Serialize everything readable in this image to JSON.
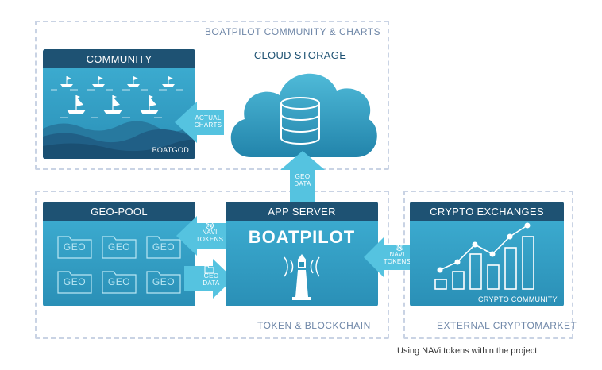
{
  "sections": {
    "community_charts": "BOATPILOT COMMUNITY & CHARTS",
    "token_blockchain": "TOKEN & BLOCKCHAIN",
    "external_cryptomarket": "EXTERNAL CRYPTOMARKET"
  },
  "community": {
    "title": "COMMUNITY",
    "footer": "BOATGOD"
  },
  "cloud": {
    "title": "CLOUD STORAGE"
  },
  "arrows": {
    "actual_charts": [
      "ACTUAL",
      "CHARTS"
    ],
    "geo_data_up": [
      "GEO",
      "DATA"
    ],
    "navi_tokens_left": [
      "NAVI",
      "TOKENS"
    ],
    "geo_data_right": [
      "GEO",
      "DATA"
    ],
    "navi_tokens_exchange": [
      "NAVI",
      "TOKENS"
    ]
  },
  "geo_pool": {
    "title": "GEO-POOL",
    "tiles": [
      "GEO",
      "GEO",
      "GEO",
      "GEO",
      "GEO",
      "GEO"
    ]
  },
  "app_server": {
    "title": "APP SERVER",
    "brand": "BOATPILOT"
  },
  "crypto": {
    "title": "CRYPTO EXCHANGES",
    "footer": "CRYPTO COMMUNITY"
  },
  "caption": "Using NAVi tokens within the project",
  "colors": {
    "dark_header": "#1e5273",
    "teal": "#2b95b8",
    "teal_light": "#4fbad8",
    "arrow": "#55c3e0",
    "dashed": "#c9d3e4"
  },
  "icons": [
    "boat-icon",
    "cloud-icon",
    "database-icon",
    "folder-icon",
    "lighthouse-icon",
    "token-icon",
    "bar-growth-icon"
  ]
}
